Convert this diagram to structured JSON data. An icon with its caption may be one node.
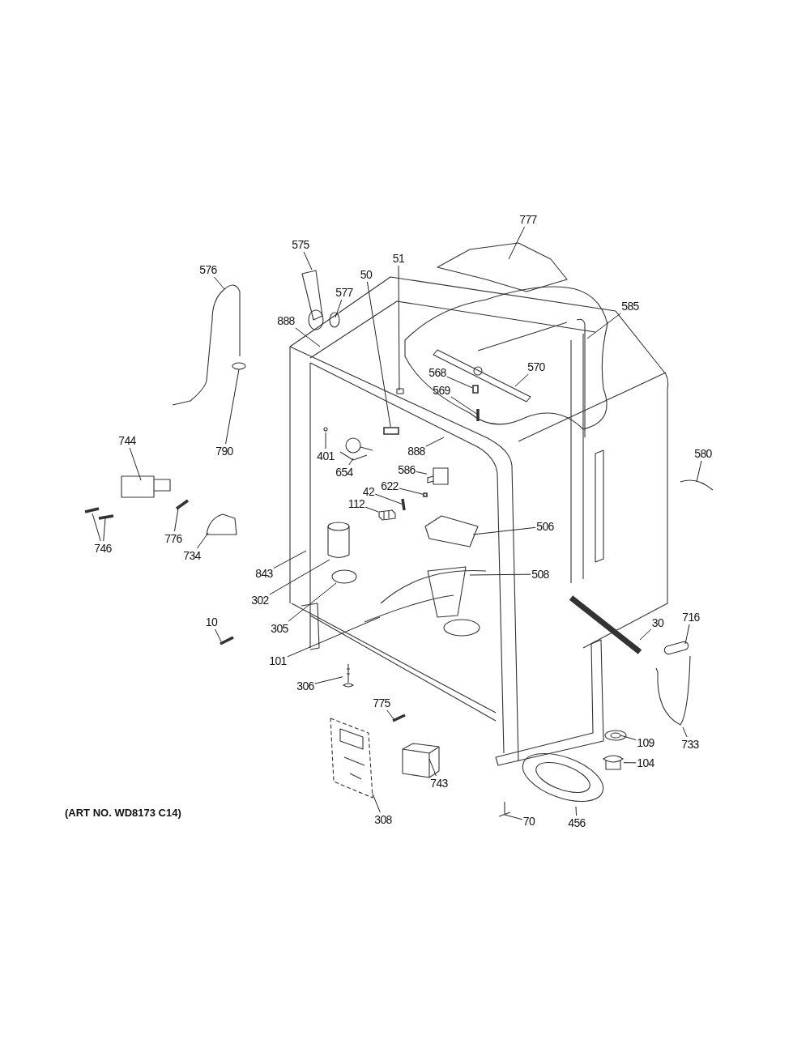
{
  "diagram": {
    "nodes": [
      {
        "text": [
          "777"
        ]
      },
      {
        "text": [
          "575"
        ]
      },
      {
        "text": [
          "576"
        ]
      },
      {
        "text": [
          "51"
        ]
      },
      {
        "text": [
          "50"
        ]
      },
      {
        "text": [
          "577"
        ]
      },
      {
        "text": [
          "585"
        ]
      },
      {
        "text": [
          "888"
        ]
      },
      {
        "text": [
          "570"
        ]
      },
      {
        "text": [
          "568"
        ]
      },
      {
        "text": [
          "569"
        ]
      },
      {
        "text": [
          "790"
        ]
      },
      {
        "text": [
          "744"
        ]
      },
      {
        "text": [
          "888"
        ]
      },
      {
        "text": [
          "580"
        ]
      },
      {
        "text": [
          "401"
        ]
      },
      {
        "text": [
          "654"
        ]
      },
      {
        "text": [
          "586"
        ]
      },
      {
        "text": [
          "622"
        ]
      },
      {
        "text": [
          "42"
        ]
      },
      {
        "text": [
          "112"
        ]
      },
      {
        "text": [
          "776"
        ]
      },
      {
        "text": [
          "734"
        ]
      },
      {
        "text": [
          "746"
        ]
      },
      {
        "text": [
          "506"
        ]
      },
      {
        "text": [
          "508"
        ]
      },
      {
        "text": [
          "843"
        ]
      },
      {
        "text": [
          "302"
        ]
      },
      {
        "text": [
          "305"
        ]
      },
      {
        "text": [
          "10"
        ]
      },
      {
        "text": [
          "30"
        ]
      },
      {
        "text": [
          "716"
        ]
      },
      {
        "text": [
          "101"
        ]
      },
      {
        "text": [
          "306"
        ]
      },
      {
        "text": [
          "775"
        ]
      },
      {
        "text": [
          "109"
        ]
      },
      {
        "text": [
          "733"
        ]
      },
      {
        "text": [
          "104"
        ]
      },
      {
        "text": [
          "743"
        ]
      },
      {
        "text": [
          "308"
        ]
      },
      {
        "text": [
          "70"
        ]
      },
      {
        "text": [
          "456"
        ]
      },
      {
        "text": [],
        "shape": "box"
      },
      {
        "text": [],
        "shape": "box"
      },
      {
        "text": [],
        "shape": "picture"
      },
      {
        "text": [],
        "shape": "box"
      },
      {
        "text": [],
        "shape": "picture"
      },
      {
        "text": [],
        "shape": "picture"
      },
      {
        "text": [],
        "shape": "picture"
      },
      {
        "text": [],
        "shape": "picture"
      }
    ],
    "edges": [
      {
        "from": 0,
        "to": null,
        "arrow": "none"
      },
      {
        "from": 1,
        "to": null,
        "arrow": "none"
      },
      {
        "from": 2,
        "to": null,
        "arrow": "none"
      },
      {
        "from": 3,
        "to": null,
        "arrow": "none"
      },
      {
        "from": 4,
        "to": 42,
        "arrow": "none"
      },
      {
        "from": 5,
        "to": null,
        "arrow": "none"
      },
      {
        "from": 6,
        "to": null,
        "arrow": "none"
      },
      {
        "from": 7,
        "to": null,
        "arrow": "none"
      },
      {
        "from": 8,
        "to": null,
        "arrow": "none"
      },
      {
        "from": 9,
        "to": 43,
        "arrow": "none"
      },
      {
        "from": 10,
        "to": null,
        "arrow": "none"
      },
      {
        "from": 11,
        "to": null,
        "arrow": "none"
      },
      {
        "from": 12,
        "to": null,
        "arrow": "none"
      },
      {
        "from": 13,
        "to": null,
        "arrow": "none"
      },
      {
        "from": 14,
        "to": null,
        "arrow": "none"
      },
      {
        "from": 15,
        "to": null,
        "arrow": "none"
      },
      {
        "from": 16,
        "to": null,
        "arrow": "none"
      },
      {
        "from": 17,
        "to": 44,
        "arrow": "none"
      },
      {
        "from": 18,
        "to": 45,
        "arrow": "none"
      },
      {
        "from": 19,
        "to": 46,
        "arrow": "none"
      },
      {
        "from": 20,
        "to": 48,
        "arrow": "none"
      },
      {
        "from": 21,
        "to": null,
        "arrow": "none"
      },
      {
        "from": 22,
        "to": null,
        "arrow": "none"
      },
      {
        "from": 23,
        "to": null,
        "arrow": "none"
      },
      {
        "from": 23,
        "to": null,
        "arrow": "none"
      },
      {
        "from": 24,
        "to": null,
        "arrow": "none"
      },
      {
        "from": 25,
        "to": null,
        "arrow": "none"
      },
      {
        "from": 26,
        "to": null,
        "arrow": "none"
      },
      {
        "from": 27,
        "to": null,
        "arrow": "none"
      },
      {
        "from": 28,
        "to": null,
        "arrow": "none"
      },
      {
        "from": 29,
        "to": null,
        "arrow": "none"
      },
      {
        "from": 30,
        "to": null,
        "arrow": "none"
      },
      {
        "from": 31,
        "to": null,
        "arrow": "none"
      },
      {
        "from": 32,
        "to": null,
        "arrow": "none"
      },
      {
        "from": 33,
        "to": 49,
        "arrow": "none"
      },
      {
        "from": 34,
        "to": null,
        "arrow": "none"
      },
      {
        "from": 35,
        "to": null,
        "arrow": "none"
      },
      {
        "from": 36,
        "to": null,
        "arrow": "none"
      },
      {
        "from": 37,
        "to": 47,
        "arrow": "none"
      },
      {
        "from": 38,
        "to": null,
        "arrow": "none"
      },
      {
        "from": 39,
        "to": null,
        "arrow": "none"
      },
      {
        "from": 40,
        "to": null,
        "arrow": "none"
      },
      {
        "from": 41,
        "to": null,
        "arrow": "none"
      }
    ],
    "labels": [
      "(ART NO. WD8173 C14)"
    ]
  }
}
